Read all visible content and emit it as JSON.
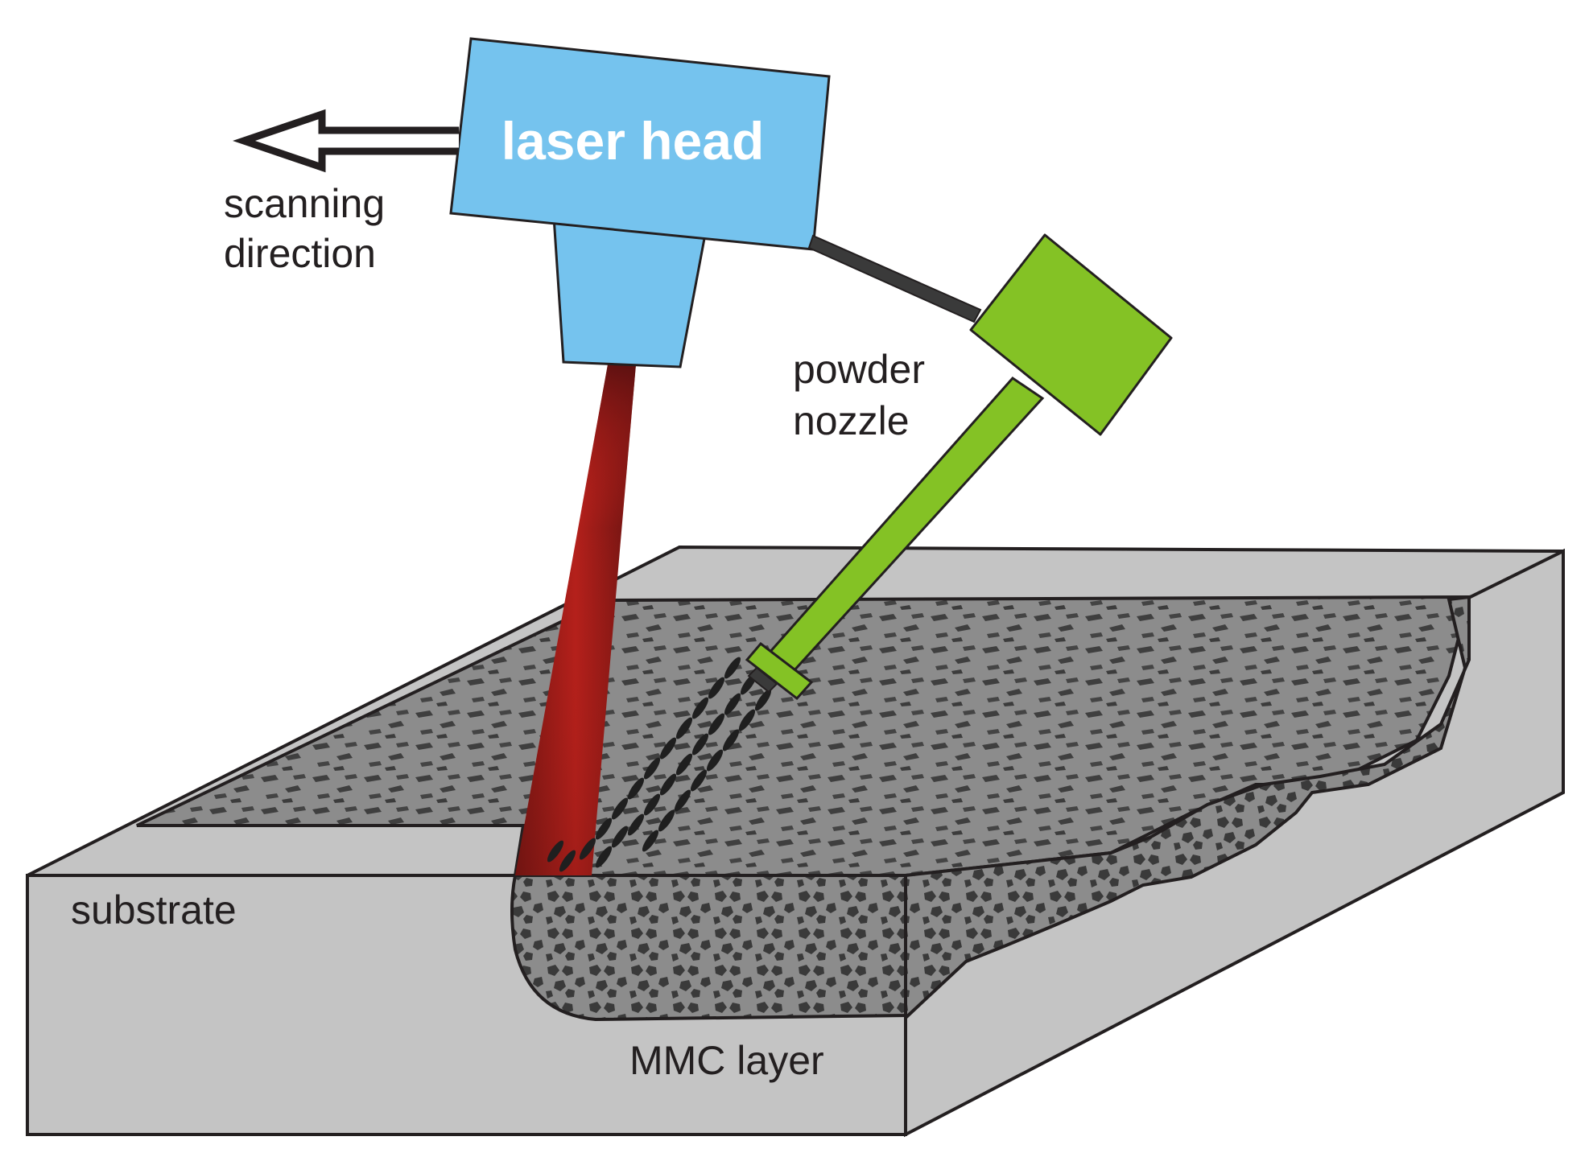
{
  "labels": {
    "laser_head": "laser head",
    "scanning_line1": "scanning",
    "scanning_line2": "direction",
    "powder_line1": "powder",
    "powder_line2": "nozzle",
    "substrate": "substrate",
    "mmc_layer": "MMC layer"
  },
  "colors": {
    "laser_head": "#75c3ee",
    "powder_nozzle": "#84c225",
    "substrate": "#c4c4c4",
    "coating": "#8c8c8c",
    "particles": "#3a3a3a",
    "beam_core": "#e0261f",
    "beam_edge": "#6b1311",
    "outline": "#231f20"
  },
  "icons": {
    "arrow": "double-line-arrow-left-icon"
  }
}
